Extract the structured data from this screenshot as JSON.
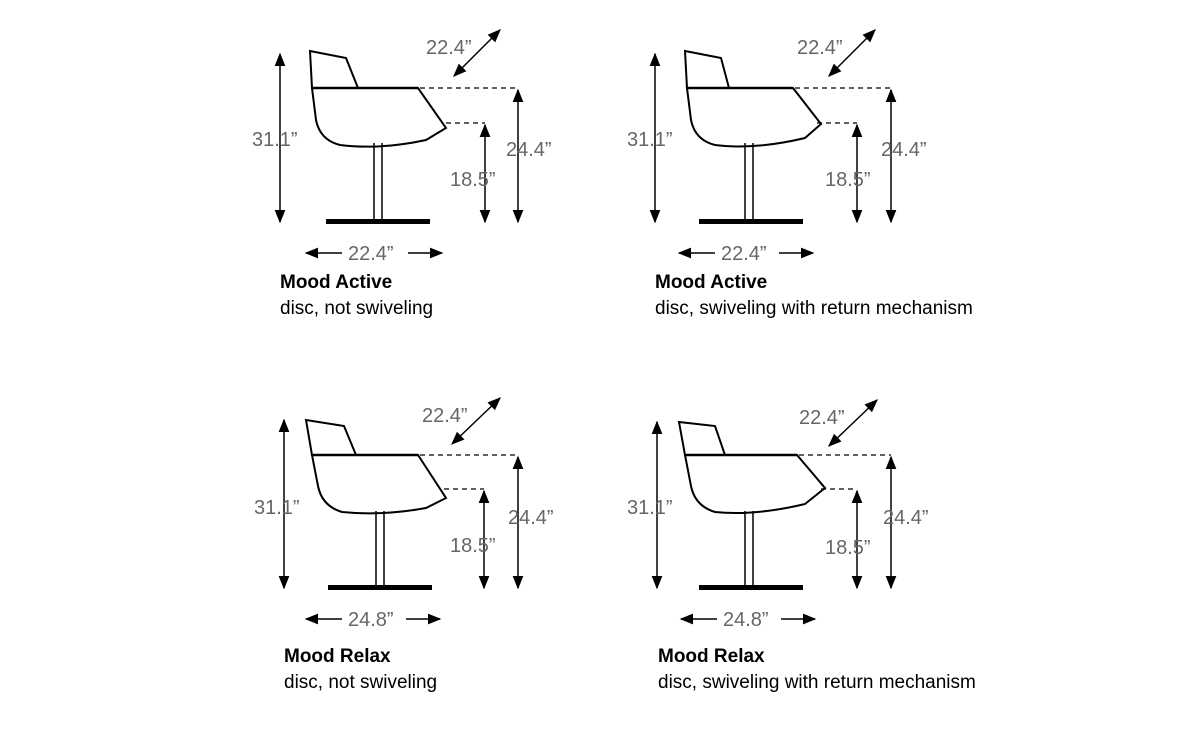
{
  "panels": [
    {
      "title": "Mood Active",
      "desc": "disc, not swiveling",
      "dims": {
        "diag": "22.4”",
        "height": "31.1”",
        "arm": "24.4”",
        "seat": "18.5”",
        "width": "22.4”"
      }
    },
    {
      "title": "Mood Active",
      "desc": "disc, swiveling with return mechanism",
      "dims": {
        "diag": "22.4”",
        "height": "31.1”",
        "arm": "24.4”",
        "seat": "18.5”",
        "width": "22.4”"
      }
    },
    {
      "title": "Mood Relax",
      "desc": "disc, not swiveling",
      "dims": {
        "diag": "22.4”",
        "height": "31.1”",
        "arm": "24.4”",
        "seat": "18.5”",
        "width": "24.8”"
      }
    },
    {
      "title": "Mood Relax",
      "desc": "disc, swiveling with return mechanism",
      "dims": {
        "diag": "22.4”",
        "height": "31.1”",
        "arm": "24.4”",
        "seat": "18.5”",
        "width": "24.8”"
      }
    }
  ]
}
